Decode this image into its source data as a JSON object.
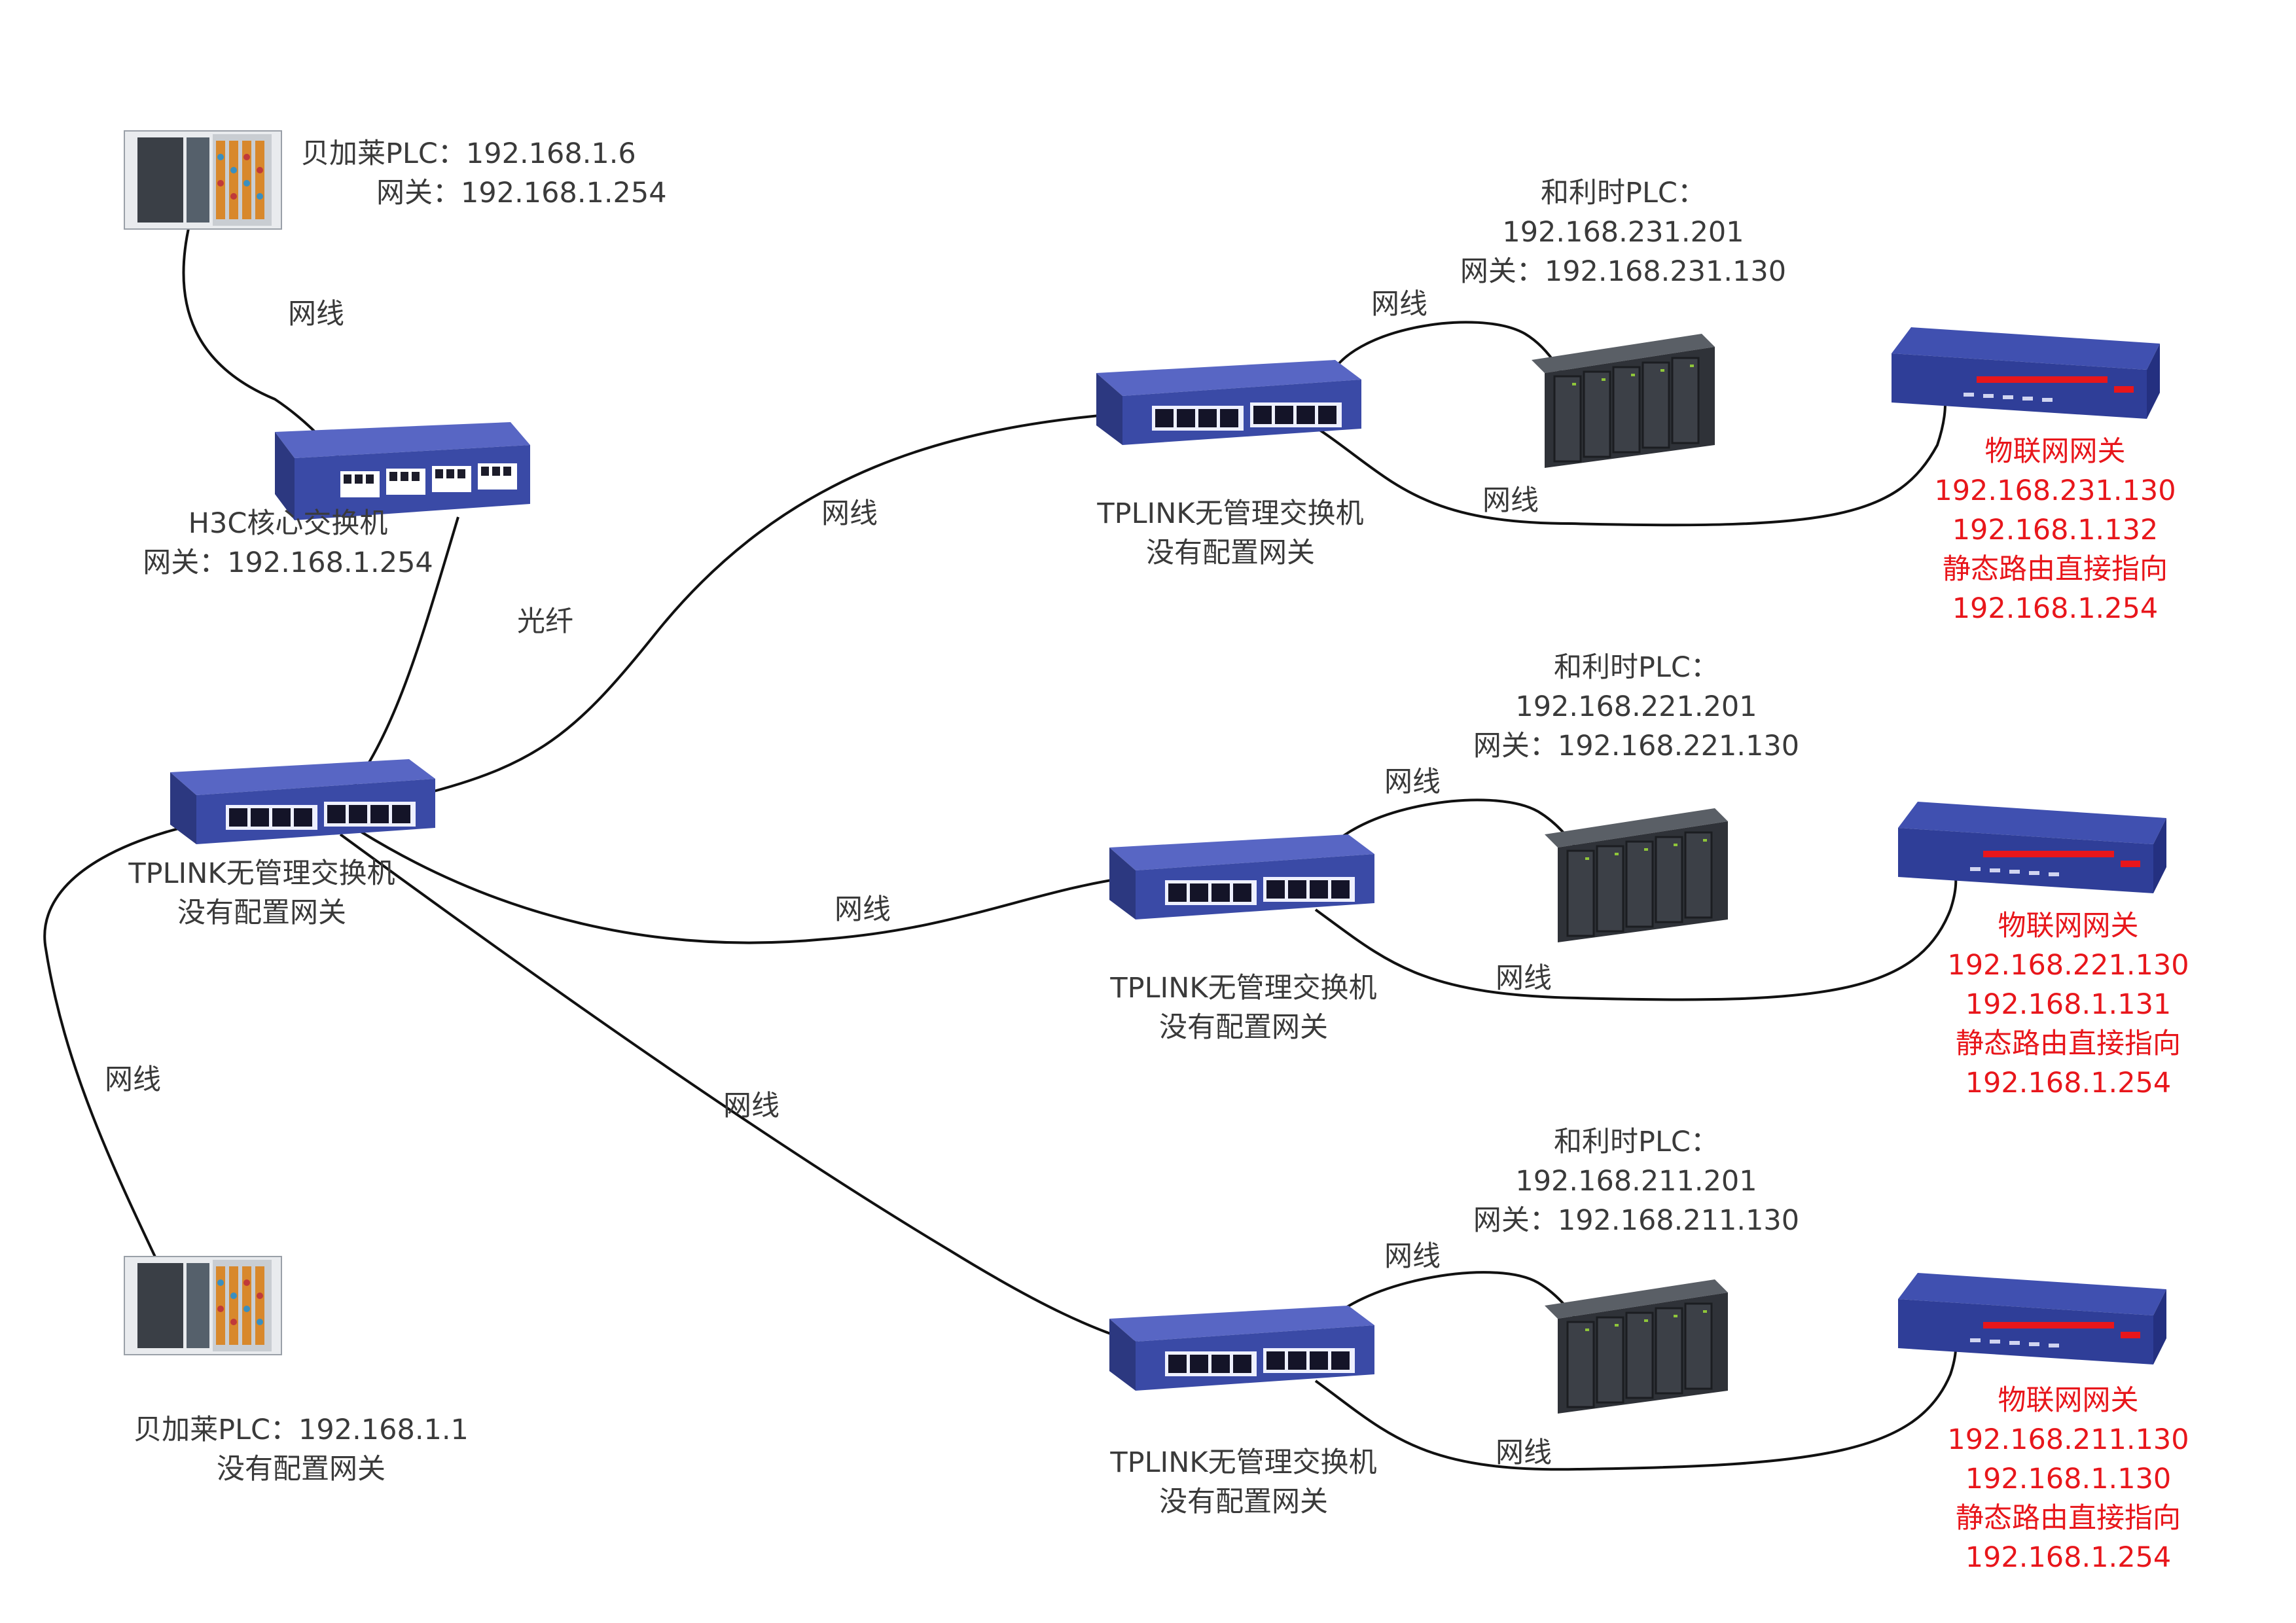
{
  "colors": {
    "wire": "#111111",
    "label": "#3a3a3a",
    "highlight": "#e8161b",
    "switch_body": "#3a4aa6",
    "switch_top": "#5866c4"
  },
  "devices": {
    "plc_top": {
      "icon": "beckhoff-plc-icon",
      "lines": [
        "贝加莱PLC：192.168.1.6",
        "网关：192.168.1.254"
      ]
    },
    "h3c_core": {
      "icon": "core-switch-icon",
      "lines": [
        "H3C核心交换机",
        "网关：192.168.1.254"
      ]
    },
    "tplink_main": {
      "icon": "switch-icon",
      "lines": [
        "TPLINK无管理交换机",
        "没有配置网关"
      ]
    },
    "plc_bottom": {
      "icon": "beckhoff-plc-icon",
      "lines": [
        "贝加莱PLC：192.168.1.1",
        "没有配置网关"
      ]
    },
    "branches": [
      {
        "switch_lines": [
          "TPLINK无管理交换机",
          "没有配置网关"
        ],
        "plc_lines": [
          "和利时PLC：",
          "192.168.231.201",
          "网关：192.168.231.130"
        ],
        "gateway_lines": [
          "物联网网关",
          "192.168.231.130",
          "192.168.1.132",
          "静态路由直接指向",
          "192.168.1.254"
        ]
      },
      {
        "switch_lines": [
          "TPLINK无管理交换机",
          "没有配置网关"
        ],
        "plc_lines": [
          "和利时PLC：",
          "192.168.221.201",
          "网关：192.168.221.130"
        ],
        "gateway_lines": [
          "物联网网关",
          "192.168.221.130",
          "192.168.1.131",
          "静态路由直接指向",
          "192.168.1.254"
        ]
      },
      {
        "switch_lines": [
          "TPLINK无管理交换机",
          "没有配置网关"
        ],
        "plc_lines": [
          "和利时PLC：",
          "192.168.211.201",
          "网关：192.168.211.130"
        ],
        "gateway_lines": [
          "物联网网关",
          "192.168.211.130",
          "192.168.1.130",
          "静态路由直接指向",
          "192.168.1.254"
        ]
      }
    ]
  },
  "links": {
    "plc_top_to_core": "网线",
    "core_to_main": "光纤",
    "main_to_plc_bottom": "网线",
    "main_to_branch1": "网线",
    "main_to_branch2": "网线",
    "main_to_branch3": "网线",
    "branch1_to_plc": "网线",
    "branch1_to_gateway": "网线",
    "branch2_to_plc": "网线",
    "branch2_to_gateway": "网线",
    "branch3_to_plc": "网线",
    "branch3_to_gateway": "网线"
  }
}
